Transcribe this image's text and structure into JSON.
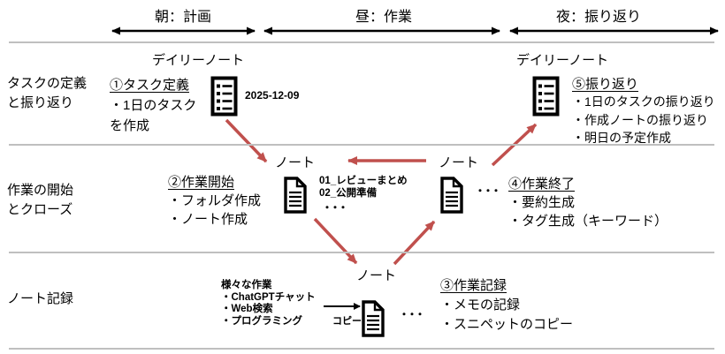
{
  "phases": [
    {
      "label": "朝：計画"
    },
    {
      "label": "昼：作業"
    },
    {
      "label": "夜：振り返り"
    }
  ],
  "row_labels": [
    {
      "lines": [
        "タスクの定義",
        "と振り返り"
      ]
    },
    {
      "lines": [
        "作業の開始",
        "とクローズ"
      ]
    },
    {
      "lines": [
        "ノート記録"
      ]
    }
  ],
  "nodes": {
    "task_define": {
      "header": "デイリーノート",
      "title": "①タスク定義",
      "lines": [
        "・1日のタスク",
        "を作成"
      ],
      "date": "2025-12-09"
    },
    "work_start": {
      "title": "②作業開始",
      "lines": [
        "・フォルダ作成",
        "・ノート作成"
      ]
    },
    "work_note": {
      "header": "ノート",
      "files": [
        "01_レビューまとめ",
        "02_公開準備"
      ],
      "ellipsis": "・・・"
    },
    "work_end_note": {
      "header": "ノート",
      "ellipsis": "・・・"
    },
    "work_end": {
      "title": "④作業終了",
      "lines": [
        "・要約生成",
        "・タグ生成（キーワード）"
      ]
    },
    "reflection": {
      "header": "デイリーノート",
      "title": "⑤振り返り",
      "lines": [
        "・1日のタスクの振り返り",
        "・作成ノートの振り返り",
        "・明日の予定作成"
      ]
    },
    "various_tasks": {
      "title": "様々な作業",
      "lines": [
        "・ChatGPTチャット",
        "・Web検索",
        "・プログラミング"
      ]
    },
    "copy_label": "コピー",
    "record_note": {
      "header": "ノート",
      "ellipsis": "・・・"
    },
    "work_record": {
      "title": "③作業記録",
      "lines": [
        "・メモの記録",
        "・スニペットのコピー"
      ]
    }
  },
  "colors": {
    "arrow_red": "#C0504D",
    "separator_gray": "#BFBFBF",
    "ink": "#000000"
  }
}
